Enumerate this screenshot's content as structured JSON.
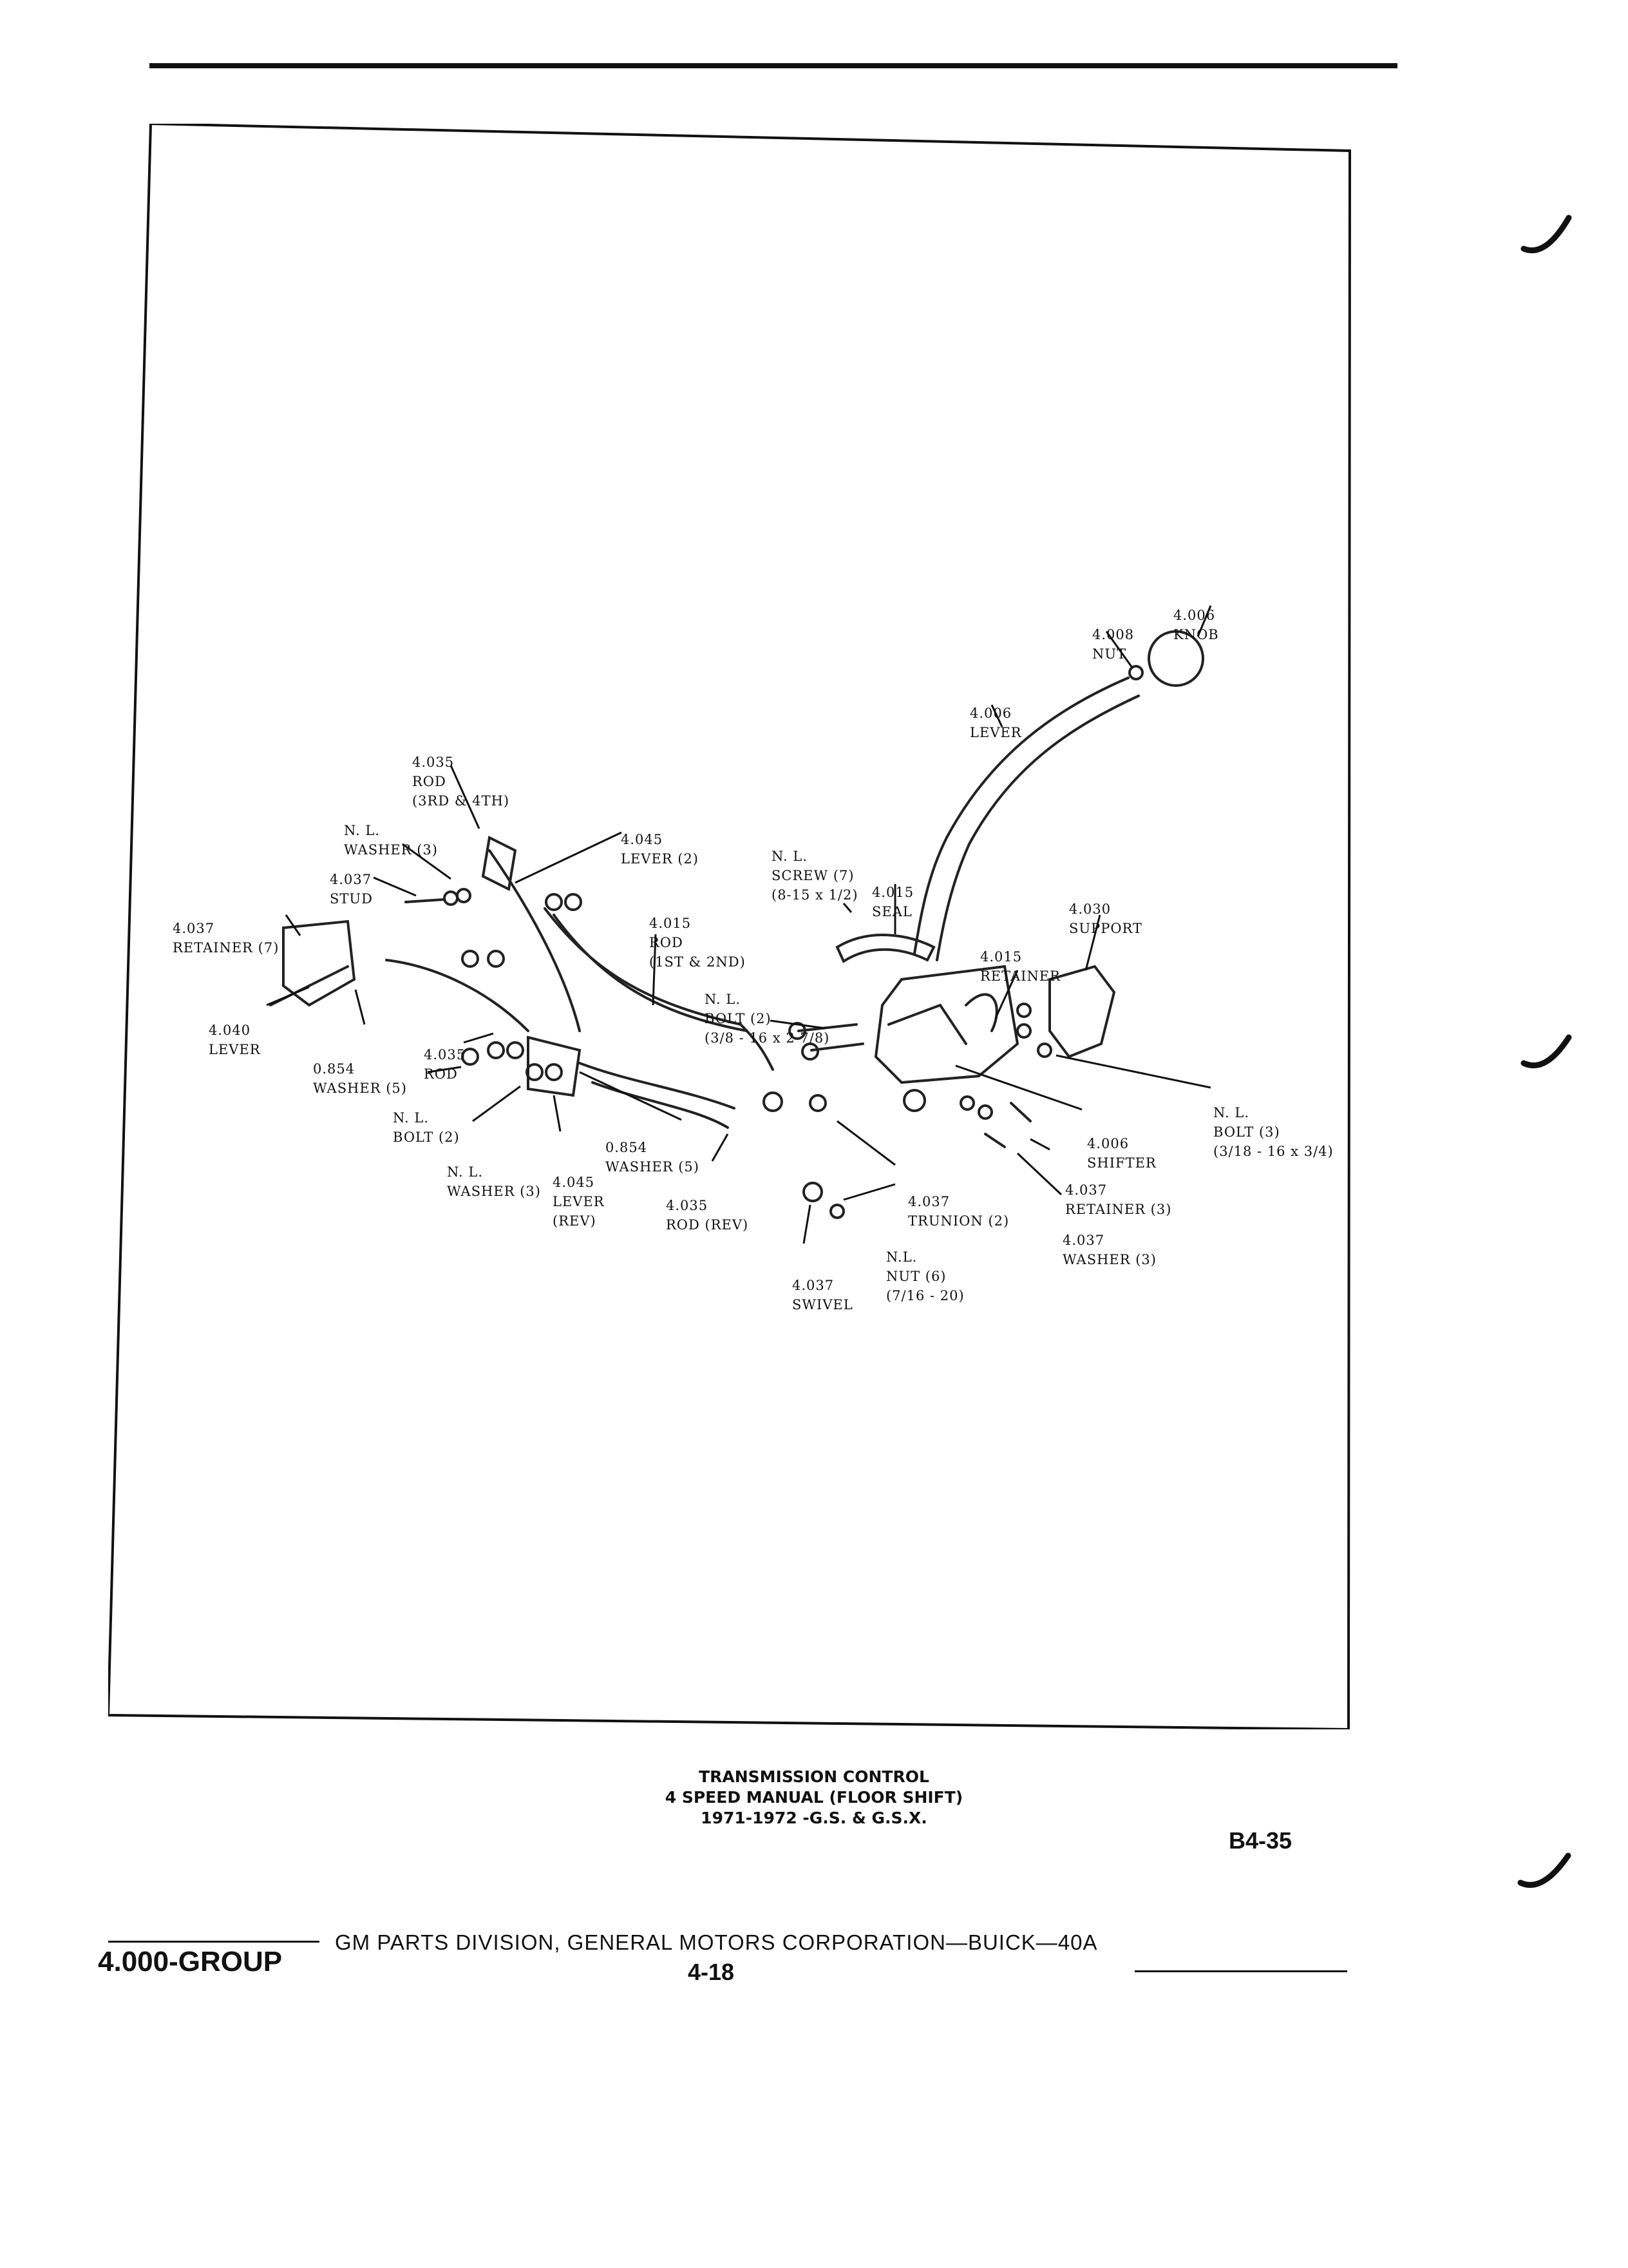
{
  "callouts": {
    "knob": [
      "4.006",
      "KNOB"
    ],
    "nut": [
      "4.008",
      "NUT"
    ],
    "shift_lever": [
      "4.006",
      "LEVER"
    ],
    "rod_3rd_4th": [
      "4.035",
      "ROD",
      "(3RD & 4TH)"
    ],
    "washer_nl": [
      "N. L.",
      "WASHER (3)"
    ],
    "lever_2": [
      "4.045",
      "LEVER (2)"
    ],
    "stud": [
      "4.037",
      "STUD"
    ],
    "retainer_7": [
      "4.037",
      "RETAINER (7)"
    ],
    "rod_1st_2nd": [
      "4.015",
      "ROD",
      "(1ST & 2ND)"
    ],
    "screw_nl": [
      "N. L.",
      "SCREW (7)",
      "(8-15 x 1/2)"
    ],
    "seal": [
      "4.015",
      "SEAL"
    ],
    "support": [
      "4.030",
      "SUPPORT"
    ],
    "retainer_4015": [
      "4.015",
      "RETAINER"
    ],
    "bolt_nl_2_top": [
      "N. L.",
      "BOLT (2)",
      "(3/8 - 16 x 2 7/8)"
    ],
    "lever_4040": [
      "4.040",
      "LEVER"
    ],
    "washer_0854_5_left": [
      "0.854",
      "WASHER (5)"
    ],
    "rod_4035": [
      "4.035",
      "ROD"
    ],
    "bolt_nl_2_left": [
      "N. L.",
      "BOLT (2)"
    ],
    "washer_nl_3_bottom": [
      "N. L.",
      "WASHER (3)"
    ],
    "lever_rev": [
      "4.045",
      "LEVER",
      "(REV)"
    ],
    "washer_0854_5_mid": [
      "0.854",
      "WASHER (5)"
    ],
    "rod_rev": [
      "4.035",
      "ROD (REV)"
    ],
    "trunion": [
      "4.037",
      "TRUNION (2)"
    ],
    "nut_nl_6": [
      "N.L.",
      "NUT (6)",
      "(7/16 - 20)"
    ],
    "swivel": [
      "4.037",
      "SWIVEL"
    ],
    "bolt_nl_3": [
      "N. L.",
      "BOLT (3)",
      "(3/18 - 16 x 3/4)"
    ],
    "shifter": [
      "4.006",
      "SHIFTER"
    ],
    "retainer_3": [
      "4.037",
      "RETAINER (3)"
    ],
    "washer_3_right": [
      "4.037",
      "WASHER (3)"
    ]
  },
  "caption": {
    "line1": "TRANSMISSION CONTROL",
    "line2": "4 SPEED MANUAL (FLOOR SHIFT)",
    "line3": "1971-1972 -G.S. & G.S.X."
  },
  "figure_ref": "B4-35",
  "footer": {
    "group": "4.000-GROUP",
    "corporation": "GM PARTS DIVISION,  GENERAL MOTORS CORPORATION—BUICK—40A",
    "page": "4-18"
  }
}
